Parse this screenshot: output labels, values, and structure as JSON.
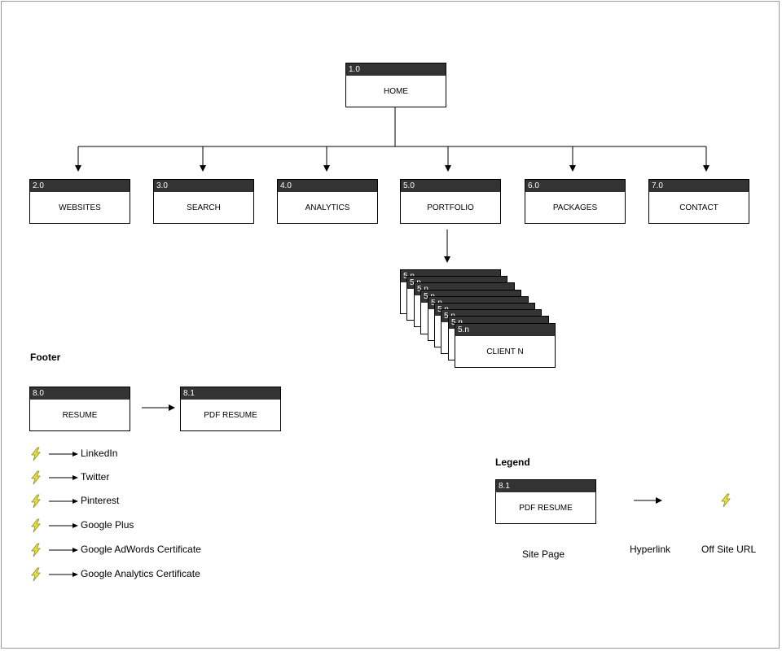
{
  "diagram": {
    "home": {
      "num": "1.0",
      "label": "HOME"
    },
    "sections": [
      {
        "num": "2.0",
        "label": "WEBSITES"
      },
      {
        "num": "3.0",
        "label": "SEARCH"
      },
      {
        "num": "4.0",
        "label": "ANALYTICS"
      },
      {
        "num": "5.0",
        "label": "PORTFOLIO"
      },
      {
        "num": "6.0",
        "label": "PACKAGES"
      },
      {
        "num": "7.0",
        "label": "CONTACT"
      }
    ],
    "client_stack": {
      "num": "5.n",
      "label": "CLIENT N",
      "count": 9
    }
  },
  "footer": {
    "heading": "Footer",
    "resume": {
      "num": "8.0",
      "label": "RESUME"
    },
    "pdf_resume": {
      "num": "8.1",
      "label": "PDF RESUME"
    },
    "links": [
      {
        "label": "LinkedIn"
      },
      {
        "label": "Twitter"
      },
      {
        "label": "Pinterest"
      },
      {
        "label": "Google Plus"
      },
      {
        "label": "Google AdWords Certificate"
      },
      {
        "label": "Google Analytics Certificate"
      }
    ]
  },
  "legend": {
    "heading": "Legend",
    "page_box": {
      "num": "8.1",
      "label": "PDF RESUME"
    },
    "site_page": "Site Page",
    "hyperlink": "Hyperlink",
    "offsite": "Off Site URL"
  },
  "colors": {
    "header_fill": "#333333",
    "bolt_fill": "#e8e23a",
    "bolt_stroke": "#8a8a2a"
  },
  "icons": {
    "offsite": "lightning-bolt-icon"
  }
}
